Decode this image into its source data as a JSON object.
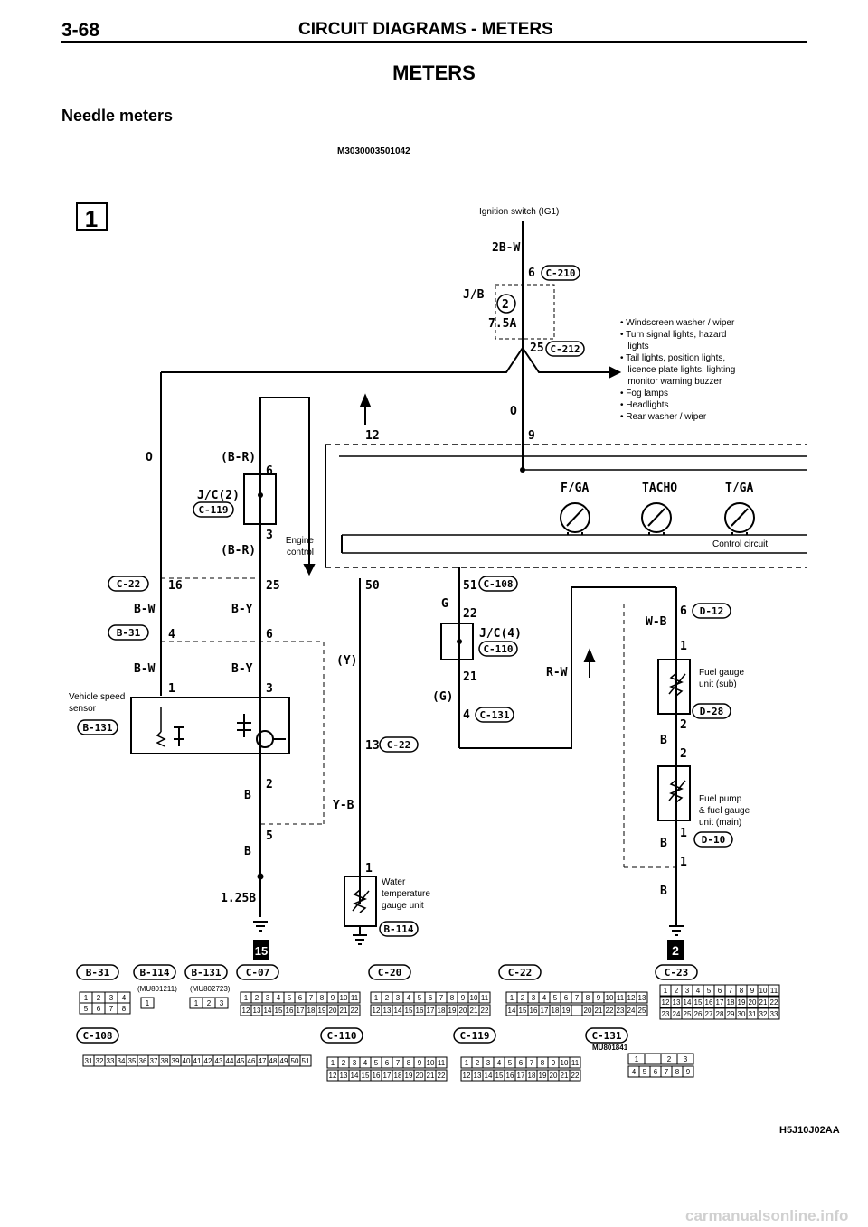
{
  "page": {
    "number": "3-68",
    "header": "CIRCUIT DIAGRAMS - METERS",
    "title": "METERS",
    "subtitle": "Needle meters",
    "code": "M3030003501042",
    "figure_id": "H5J10J02AA",
    "footer": "carmanualsonline.info"
  },
  "markers": {
    "top": "1",
    "bottom_left": "15",
    "bottom_right": "2"
  },
  "labels": {
    "ignition": "Ignition switch (IG1)",
    "jb": "J/B",
    "fuse_no": "2",
    "fuse_amp": "7.5A",
    "loads": [
      "• Windscreen washer / wiper",
      "• Turn signal lights, hazard",
      "   lights",
      "• Tail lights, position lights,",
      "   licence plate lights, lighting",
      "   monitor warning buzzer",
      "• Fog lamps",
      "• Headlights",
      "• Rear washer / wiper"
    ],
    "fga": "F/GA",
    "tacho": "TACHO",
    "tga": "T/GA",
    "control": "Control circuit",
    "engine": [
      "Engine",
      "control"
    ],
    "vss": [
      "Vehicle speed",
      "sensor"
    ],
    "water": [
      "Water",
      "temperature",
      "gauge unit"
    ],
    "fuel_sub": [
      "Fuel gauge",
      "unit (sub)"
    ],
    "fuel_main": [
      "Fuel pump",
      "& fuel gauge",
      "unit (main)"
    ],
    "jc2": "J/C(2)",
    "jc4": "J/C(4)"
  },
  "wires": {
    "w2bw": "2B-W",
    "o": "O",
    "br": "(B-R)",
    "bw": "B-W",
    "by": "B-Y",
    "b": "B",
    "b125": "1.25B",
    "y": "(Y)",
    "yb": "Y-B",
    "g": "G",
    "gp": "(G)",
    "rw": "R-W",
    "wb": "W-B"
  },
  "pins": {
    "p6": "6",
    "p25": "25",
    "p9": "9",
    "p12": "12",
    "p3": "3",
    "p16": "16",
    "p4": "4",
    "p1": "1",
    "p2": "2",
    "p5": "5",
    "p50": "50",
    "p13": "13",
    "p51": "51",
    "p22": "22",
    "p21": "21"
  },
  "connectors": {
    "c210": "C-210",
    "c212": "C-212",
    "c119": "C-119",
    "c22": "C-22",
    "b31": "B-31",
    "b131": "B-131",
    "c108": "C-108",
    "c110": "C-110",
    "c131": "C-131",
    "d12": "D-12",
    "d28": "D-28",
    "d10": "D-10",
    "b114": "B-114",
    "c07": "C-07",
    "c20": "C-20",
    "c23": "C-23"
  },
  "parts": {
    "mu1": "(MU801211)",
    "mu2": "(MU802723)",
    "mu3": "MU801841"
  },
  "grids": {
    "r1": [
      "1",
      "2",
      "3",
      "4",
      "5",
      "6",
      "7",
      "8",
      "9",
      "10",
      "11"
    ],
    "r2": [
      "12",
      "13",
      "14",
      "15",
      "16",
      "17",
      "18",
      "19",
      "20",
      "21",
      "22"
    ],
    "c22a": [
      "1",
      "2",
      "3",
      "4",
      "5",
      "6",
      "7",
      "8",
      "9",
      "10",
      "11",
      "12",
      "13"
    ],
    "c22b": [
      "14",
      "15",
      "16",
      "17",
      "18",
      "19",
      "",
      "20",
      "21",
      "22",
      "23",
      "24",
      "25"
    ],
    "c23a": [
      "1",
      "2",
      "3",
      "4",
      "5",
      "6",
      "7",
      "8",
      "9",
      "10",
      "11"
    ],
    "c23b": [
      "12",
      "13",
      "14",
      "15",
      "16",
      "17",
      "18",
      "19",
      "20",
      "21",
      "22"
    ],
    "c23c": [
      "23",
      "24",
      "25",
      "26",
      "27",
      "28",
      "29",
      "30",
      "31",
      "32",
      "33"
    ],
    "c108": [
      "31",
      "32",
      "33",
      "34",
      "35",
      "36",
      "37",
      "38",
      "39",
      "40",
      "41",
      "42",
      "43",
      "44",
      "45",
      "46",
      "47",
      "48",
      "49",
      "50",
      "51"
    ],
    "b31a": [
      "1",
      "2",
      "3",
      "4"
    ],
    "b31b": [
      "5",
      "6",
      "7",
      "8"
    ],
    "b114": [
      "1"
    ],
    "b131": [
      "1",
      "2",
      "3"
    ],
    "c131a": [
      "1",
      "",
      "2",
      "3"
    ],
    "c131b": [
      "4",
      "5",
      "6",
      "7",
      "8",
      "9"
    ]
  }
}
